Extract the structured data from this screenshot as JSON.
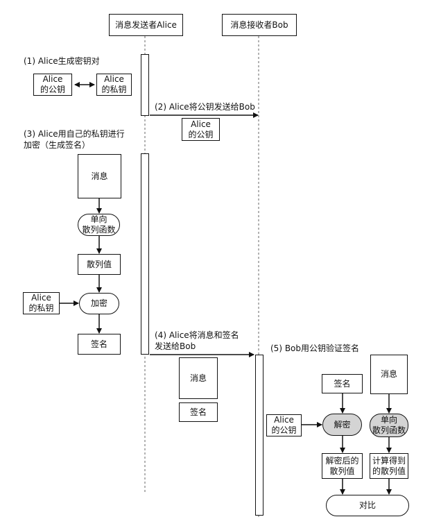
{
  "actors": {
    "alice": "消息发送者Alice",
    "bob": "消息接收者Bob"
  },
  "steps": {
    "s1": "(1) Alice生成密钥对",
    "s2": "(2) Alice将公钥发送给Bob",
    "s3": "(3) Alice用自己的私钥进行\n加密（生成签名）",
    "s4": "(4) Alice将消息和签名\n发送给Bob",
    "s5": "(5) Bob用公钥验证签名"
  },
  "nodes": {
    "alice_pub": "Alice\n的公钥",
    "alice_priv": "Alice\n的私钥",
    "sent_pub": "Alice\n的公钥",
    "msg": "消息",
    "hash_fn": "单向\n散列函数",
    "hash_val": "散列值",
    "priv_input": "Alice\n的私钥",
    "encrypt": "加密",
    "signature": "签名",
    "sent_msg": "消息",
    "sent_sig": "签名",
    "bob_sig": "签名",
    "bob_msg": "消息",
    "bob_pub": "Alice\n的公钥",
    "decrypt": "解密",
    "bob_hash_fn": "单向\n散列函数",
    "decrypted_hash": "解密后的\n散列值",
    "computed_hash": "计算得到\n的散列值",
    "compare": "对比"
  }
}
